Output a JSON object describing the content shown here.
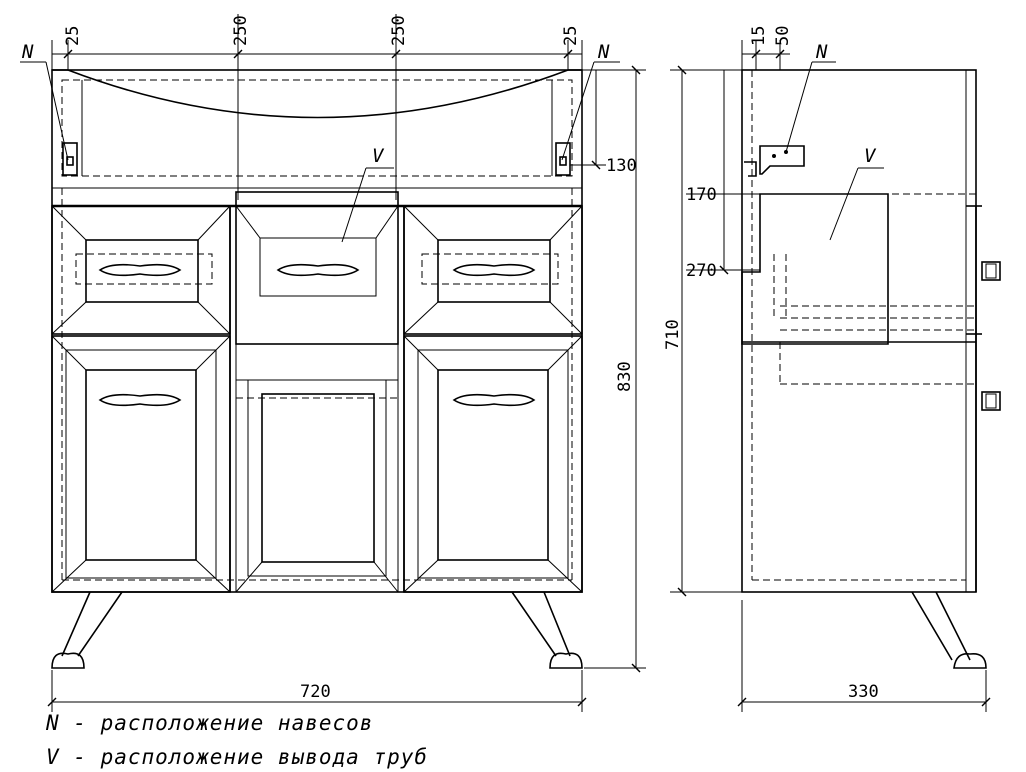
{
  "front_dims": {
    "d25_left": "25",
    "d250_left": "250",
    "d250_right": "250",
    "d25_right": "25",
    "d130": "130",
    "d830": "830",
    "d720": "720"
  },
  "side_dims": {
    "d15": "15",
    "d50": "50",
    "d170": "170",
    "d270": "270",
    "d710": "710",
    "d330": "330"
  },
  "markers": {
    "n": "N",
    "v": "V"
  },
  "legend": {
    "n_line": "N - расположение навесов",
    "v_line": "V - расположение вывода труб"
  }
}
